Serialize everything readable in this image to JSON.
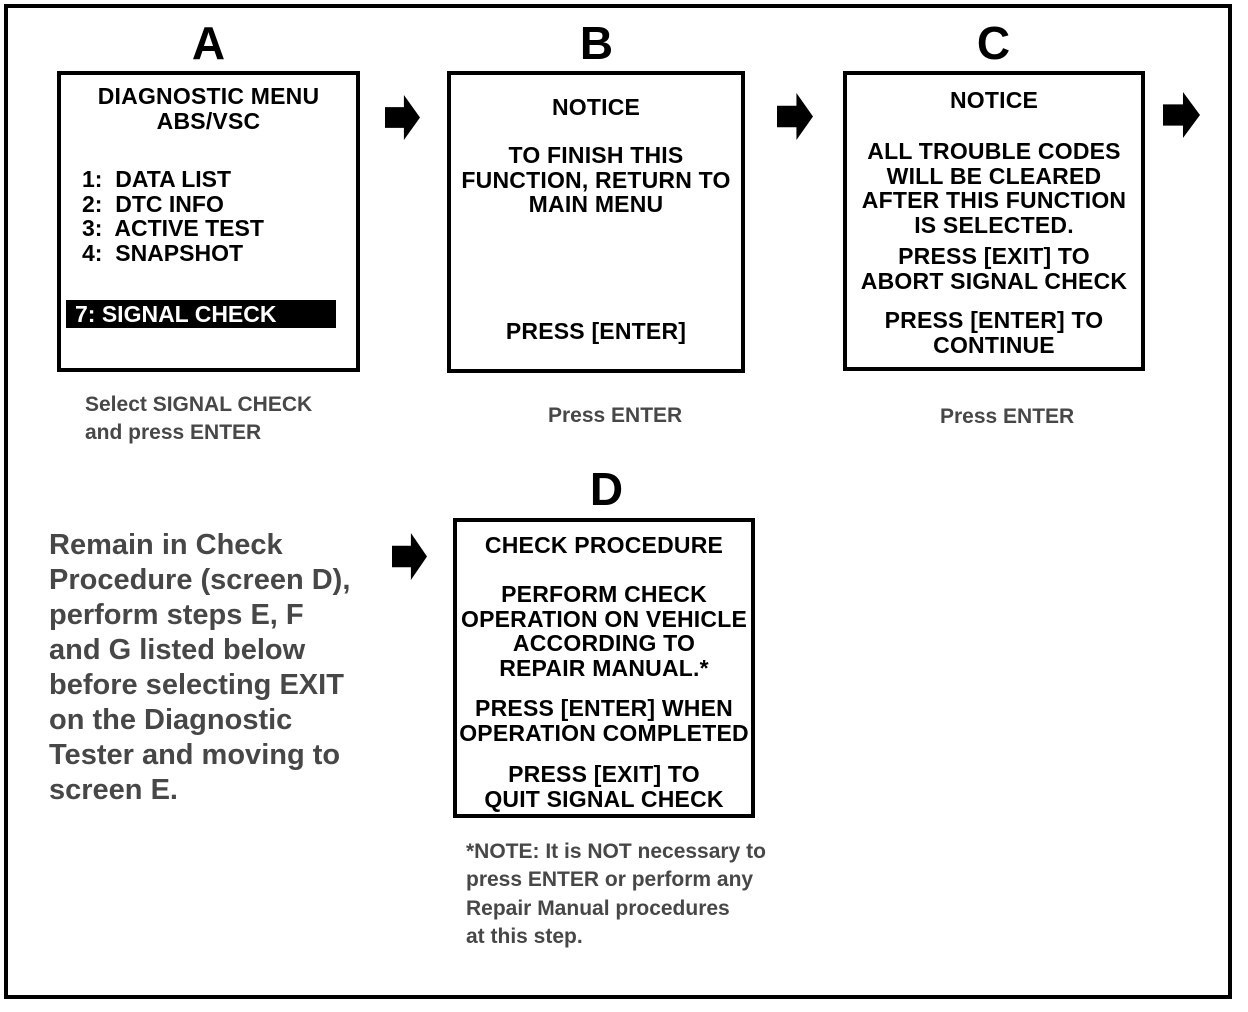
{
  "figure": {
    "screen_a": {
      "label": "A",
      "title": "DIAGNOSTIC MENU\nABS/VSC",
      "items": [
        "1:  DATA LIST",
        "2:  DTC INFO",
        "3:  ACTIVE TEST",
        "4:  SNAPSHOT"
      ],
      "highlighted_item": "7: SIGNAL CHECK",
      "caption": "Select SIGNAL CHECK\nand press ENTER"
    },
    "screen_b": {
      "label": "B",
      "heading": "NOTICE",
      "body": "TO FINISH THIS\nFUNCTION, RETURN TO\nMAIN MENU",
      "footer": "PRESS [ENTER]",
      "caption": "Press ENTER"
    },
    "screen_c": {
      "label": "C",
      "heading": "NOTICE",
      "body1": "ALL TROUBLE CODES\nWILL BE CLEARED\nAFTER THIS FUNCTION\nIS SELECTED.",
      "body2": "PRESS [EXIT] TO\nABORT SIGNAL CHECK",
      "body3": "PRESS [ENTER] TO\nCONTINUE",
      "caption": "Press ENTER"
    },
    "screen_d": {
      "label": "D",
      "heading": "CHECK PROCEDURE",
      "body1": "PERFORM CHECK\nOPERATION ON VEHICLE\nACCORDING TO\nREPAIR MANUAL.*",
      "body2": "PRESS [ENTER] WHEN\nOPERATION COMPLETED",
      "body3": "PRESS [EXIT] TO\nQUIT SIGNAL CHECK",
      "note": "*NOTE: It is NOT necessary to\npress ENTER or perform any\nRepair Manual procedures\nat this step."
    },
    "side_instruction": "Remain in Check\nProcedure (screen D),\nperform steps E, F\nand G listed below\nbefore selecting EXIT\non the Diagnostic\nTester and moving to\nscreen E.",
    "colors": {
      "ink": "#000000",
      "halftone_text": "#474747",
      "paper": "#ffffff",
      "highlight_bg": "#000000",
      "highlight_text": "#ffffff"
    }
  }
}
